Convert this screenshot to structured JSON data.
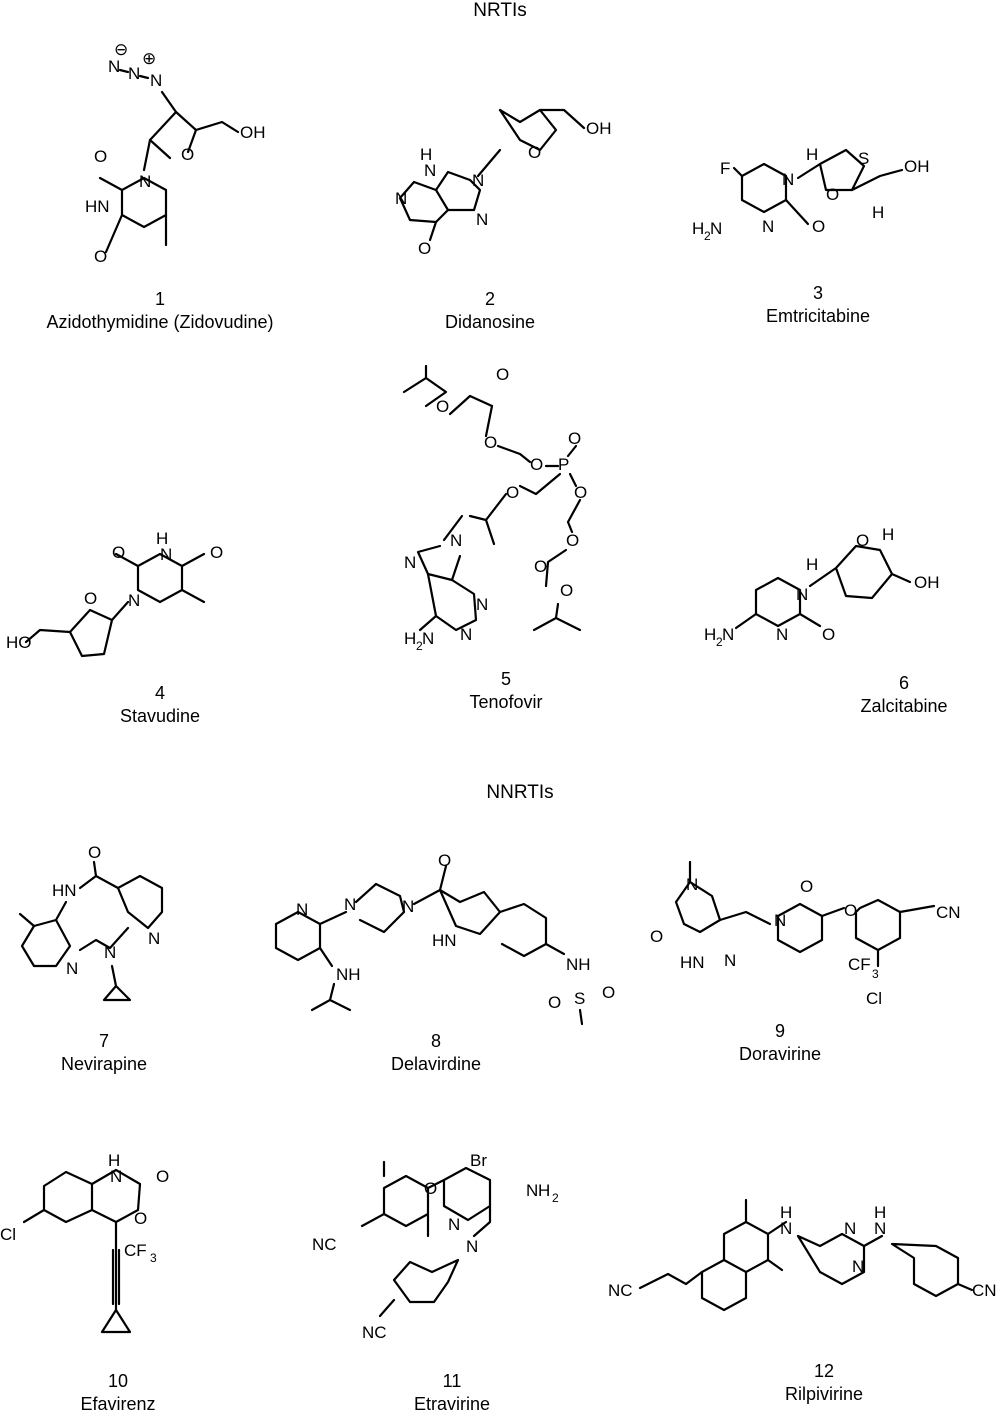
{
  "sections": [
    {
      "title": "NRTIs"
    },
    {
      "title": "NNRTIs"
    }
  ],
  "compounds": [
    {
      "number": "1",
      "name": "Azidothymidine (Zidovudine)"
    },
    {
      "number": "2",
      "name": "Didanosine"
    },
    {
      "number": "3",
      "name": "Emtricitabine"
    },
    {
      "number": "4",
      "name": "Stavudine"
    },
    {
      "number": "5",
      "name": "Tenofovir"
    },
    {
      "number": "6",
      "name": "Zalcitabine"
    },
    {
      "number": "7",
      "name": "Nevirapine"
    },
    {
      "number": "8",
      "name": "Delavirdine"
    },
    {
      "number": "9",
      "name": "Doravirine"
    },
    {
      "number": "10",
      "name": "Efavirenz"
    },
    {
      "number": "11",
      "name": "Etravirine"
    },
    {
      "number": "12",
      "name": "Rilpivirine"
    }
  ],
  "atom_labels": {
    "O": "O",
    "OH": "OH",
    "HO": "HO",
    "N": "N",
    "H": "H",
    "HN": "HN",
    "NH": "NH",
    "S": "S",
    "F": "F",
    "P": "P",
    "Cl": "Cl",
    "Br": "Br",
    "CN": "CN",
    "NC": "NC",
    "CF": "CF",
    "three": "3",
    "two": "2",
    "NH2_prefix": "H",
    "minus": "⊖",
    "plus": "⊕"
  }
}
